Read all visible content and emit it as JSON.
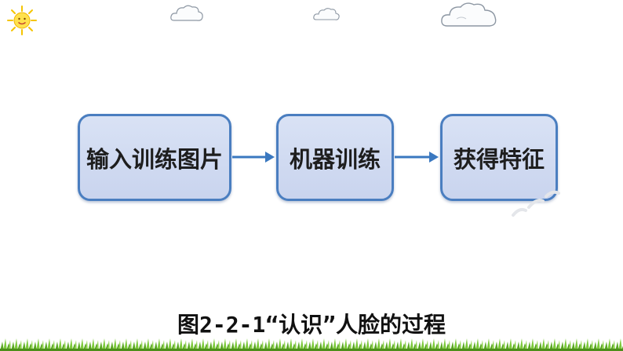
{
  "flow": {
    "steps": [
      "输入训练图片",
      "机器训练",
      "获得特征"
    ]
  },
  "caption": "图2-2-1“认识”人脸的过程",
  "colors": {
    "box_fill": "#d3ddf2",
    "box_border": "#4a7ec0",
    "arrow": "#3a78c0",
    "sun": "#f5d100",
    "grass": "#6dbb2e"
  },
  "decorations": [
    "sun-icon",
    "cloud-icon",
    "cloud-icon",
    "cloud-icon",
    "grass-border"
  ]
}
